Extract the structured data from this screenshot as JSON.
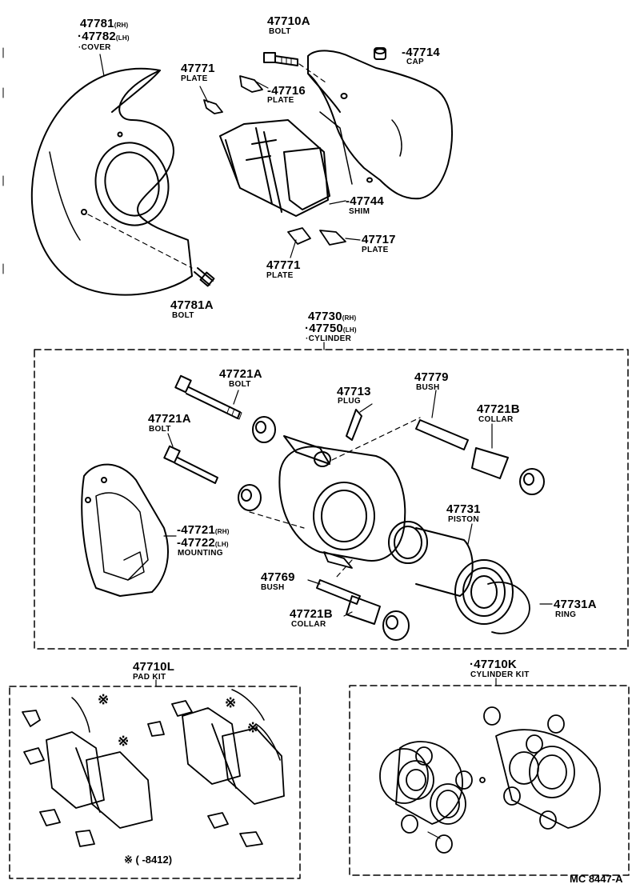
{
  "parts": {
    "cover_rh": "47781",
    "cover_rh_side": "(RH)",
    "cover_lh": "47782",
    "cover_lh_side": "(LH)",
    "cover_name": "COVER",
    "bolt_top_no": "47710A",
    "bolt_top_name": "BOLT",
    "cap_no": "47714",
    "cap_name": "CAP",
    "plate_a_no": "47771",
    "plate_a_name": "PLATE",
    "plate_b_no": "47716",
    "plate_b_name": "PLATE",
    "shim_no": "47744",
    "shim_name": "SHIM",
    "plate_c_no": "47717",
    "plate_c_name": "PLATE",
    "plate_d_no": "47771",
    "plate_d_name": "PLATE",
    "bolt_cover_no": "47781A",
    "bolt_cover_name": "BOLT"
  },
  "cylinder_group": {
    "rh_no": "47730",
    "rh_side": "(RH)",
    "lh_no": "47750",
    "lh_side": "(LH)",
    "name": "CYLINDER",
    "bolt_1_no": "47721A",
    "bolt_1_name": "BOLT",
    "plug_no": "47713",
    "plug_name": "PLUG",
    "bush_1_no": "47779",
    "bush_1_name": "BUSH",
    "bolt_2_no": "47721A",
    "bolt_2_name": "BOLT",
    "collar_1_no": "47721B",
    "collar_1_name": "COLLAR",
    "mounting_rh_no": "47721",
    "mounting_rh_side": "(RH)",
    "mounting_lh_no": "47722",
    "mounting_lh_side": "(LH)",
    "mounting_name": "MOUNTING",
    "piston_no": "47731",
    "piston_name": "PISTON",
    "bush_2_no": "47769",
    "bush_2_name": "BUSH",
    "collar_2_no": "47721B",
    "collar_2_name": "COLLAR",
    "ring_no": "47731A",
    "ring_name": "RING"
  },
  "kits": {
    "pad_kit_no": "47710L",
    "pad_kit_name": "PAD KIT",
    "asterisk": "※",
    "pad_kit_note": "※ (        -8412)",
    "cylinder_kit_no": "47710K",
    "cylinder_kit_name": "CYLINDER KIT"
  },
  "figure_ref": "MC 8447-A"
}
